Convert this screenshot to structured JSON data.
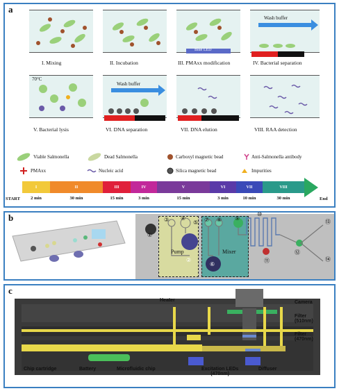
{
  "panel_a": {
    "label": "a",
    "steps": [
      {
        "caption": "I.   Mixing"
      },
      {
        "caption": "II.   Incubation"
      },
      {
        "caption": "III.  PMAxx modification"
      },
      {
        "caption": "IV.   Bacterial separation"
      },
      {
        "caption": "V.   Bacterial lysis"
      },
      {
        "caption": "VI.  DNA separation"
      },
      {
        "caption": "VII.  DNA elution"
      },
      {
        "caption": "VIII. RAA detection"
      }
    ],
    "step_annotations": {
      "blue_led": "Blue LED",
      "wash_buffer_1": "Wash buffer",
      "temp_70": "70°C",
      "wash_buffer_2": "Wash buffer"
    },
    "legend": [
      {
        "label": "Viable Salmonella"
      },
      {
        "label": "Dead Salmonella"
      },
      {
        "label": "Carboxyl magnetic bead"
      },
      {
        "label": "Anti-Salmonella antibody"
      },
      {
        "label": "PMAxx"
      },
      {
        "label": "Nucleic acid"
      },
      {
        "label": "Silica magnetic bead"
      },
      {
        "label": "Impurities"
      }
    ],
    "timeline": {
      "start": "START",
      "end": "End",
      "segments": [
        {
          "numeral": "I",
          "time": "2 min",
          "color": "#f2c93a"
        },
        {
          "numeral": "II",
          "time": "30 min",
          "color": "#f08a2a"
        },
        {
          "numeral": "III",
          "time": "15 min",
          "color": "#e0203a"
        },
        {
          "numeral": "IV",
          "time": "3 min",
          "color": "#c2289a"
        },
        {
          "numeral": "V",
          "time": "15 min",
          "color": "#7a3a9a"
        },
        {
          "numeral": "VI",
          "time": "3 min",
          "color": "#5a3aa8"
        },
        {
          "numeral": "VII",
          "time": "10 min",
          "color": "#3a4ab8"
        },
        {
          "numeral": "VIII",
          "time": "30 min",
          "color": "#2a9a8a"
        }
      ]
    }
  },
  "panel_b": {
    "label": "b",
    "pump_label": "Pump",
    "mixer_label": "Mixer",
    "numbers": [
      "①",
      "②",
      "③",
      "④",
      "⑤",
      "⑥",
      "⑦",
      "⑧",
      "⑨",
      "⑩",
      "⑪",
      "⑫",
      "⑬",
      "⑭"
    ]
  },
  "panel_c": {
    "label": "c",
    "labels": {
      "heater": "Heater",
      "camera": "Camera",
      "filter_510": "Filter\n(510nm)",
      "filter_470": "Filter\n(470nm)",
      "chip_cartridge": "Chip cartridge",
      "battery": "Battery",
      "microfluidic_chip": "Microfluidic chip",
      "excitation_leds": "Excitation LEDs\n(470nm)",
      "diffuser": "Diffuser"
    }
  },
  "colors": {
    "frame_blue": "#3a7fc1",
    "red_magnet": "#e02020",
    "yellow_body": "#e8d84a",
    "green": "#4bbf5a"
  }
}
